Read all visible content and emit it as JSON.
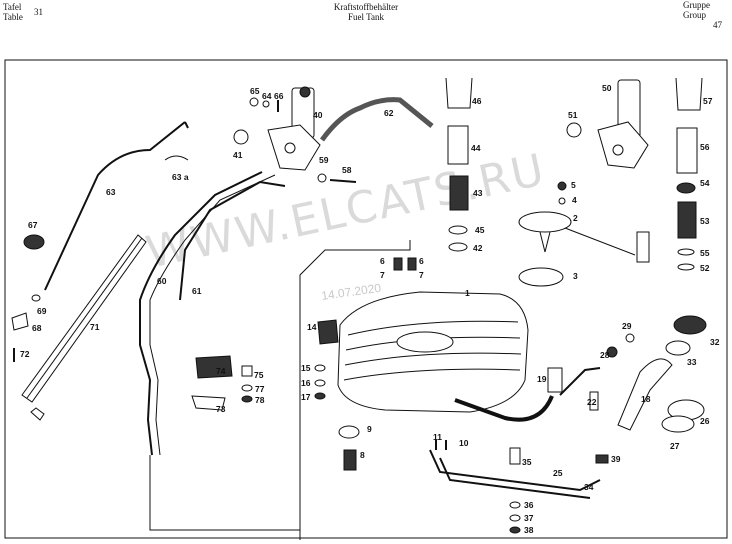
{
  "header": {
    "left_label_de": "Tafel",
    "left_label_en": "Table",
    "table_number": "31",
    "title_de": "Kraftstoffbehälter",
    "title_en": "Fuel Tank",
    "right_label_de": "Gruppe",
    "right_label_en": "Group",
    "group_number": "47"
  },
  "watermark": "WWW.ELCATS.RU",
  "stamp_date": "14.07.2020",
  "callouts": {
    "p1": "1",
    "p2": "2",
    "p3": "3",
    "p4": "4",
    "p5": "5",
    "p6a": "6",
    "p6b": "6",
    "p7a": "7",
    "p7b": "7",
    "p8": "8",
    "p9": "9",
    "p10": "10",
    "p11": "11",
    "p14": "14",
    "p15": "15",
    "p16": "16",
    "p17": "17",
    "p18": "18",
    "p19": "19",
    "p22": "22",
    "p25": "25",
    "p26": "26",
    "p27": "27",
    "p28": "28",
    "p29": "29",
    "p32": "32",
    "p33": "33",
    "p34": "34",
    "p35": "35",
    "p36": "36",
    "p37": "37",
    "p38": "38",
    "p39": "39",
    "p40": "40",
    "p41": "41",
    "p42": "42",
    "p43": "43",
    "p44": "44",
    "p45": "45",
    "p46": "46",
    "p50": "50",
    "p51": "51",
    "p52": "52",
    "p53": "53",
    "p54": "54",
    "p55": "55",
    "p56": "56",
    "p57": "57",
    "p58": "58",
    "p59": "59",
    "p60": "60",
    "p61": "61",
    "p62": "62",
    "p63": "63",
    "p63a": "63 a",
    "p64": "64",
    "p65": "65",
    "p66": "66",
    "p67": "67",
    "p68": "68",
    "p69": "69",
    "p71": "71",
    "p72": "72",
    "p73": "73",
    "p74": "74",
    "p75": "75",
    "p77": "77",
    "p78": "78"
  }
}
